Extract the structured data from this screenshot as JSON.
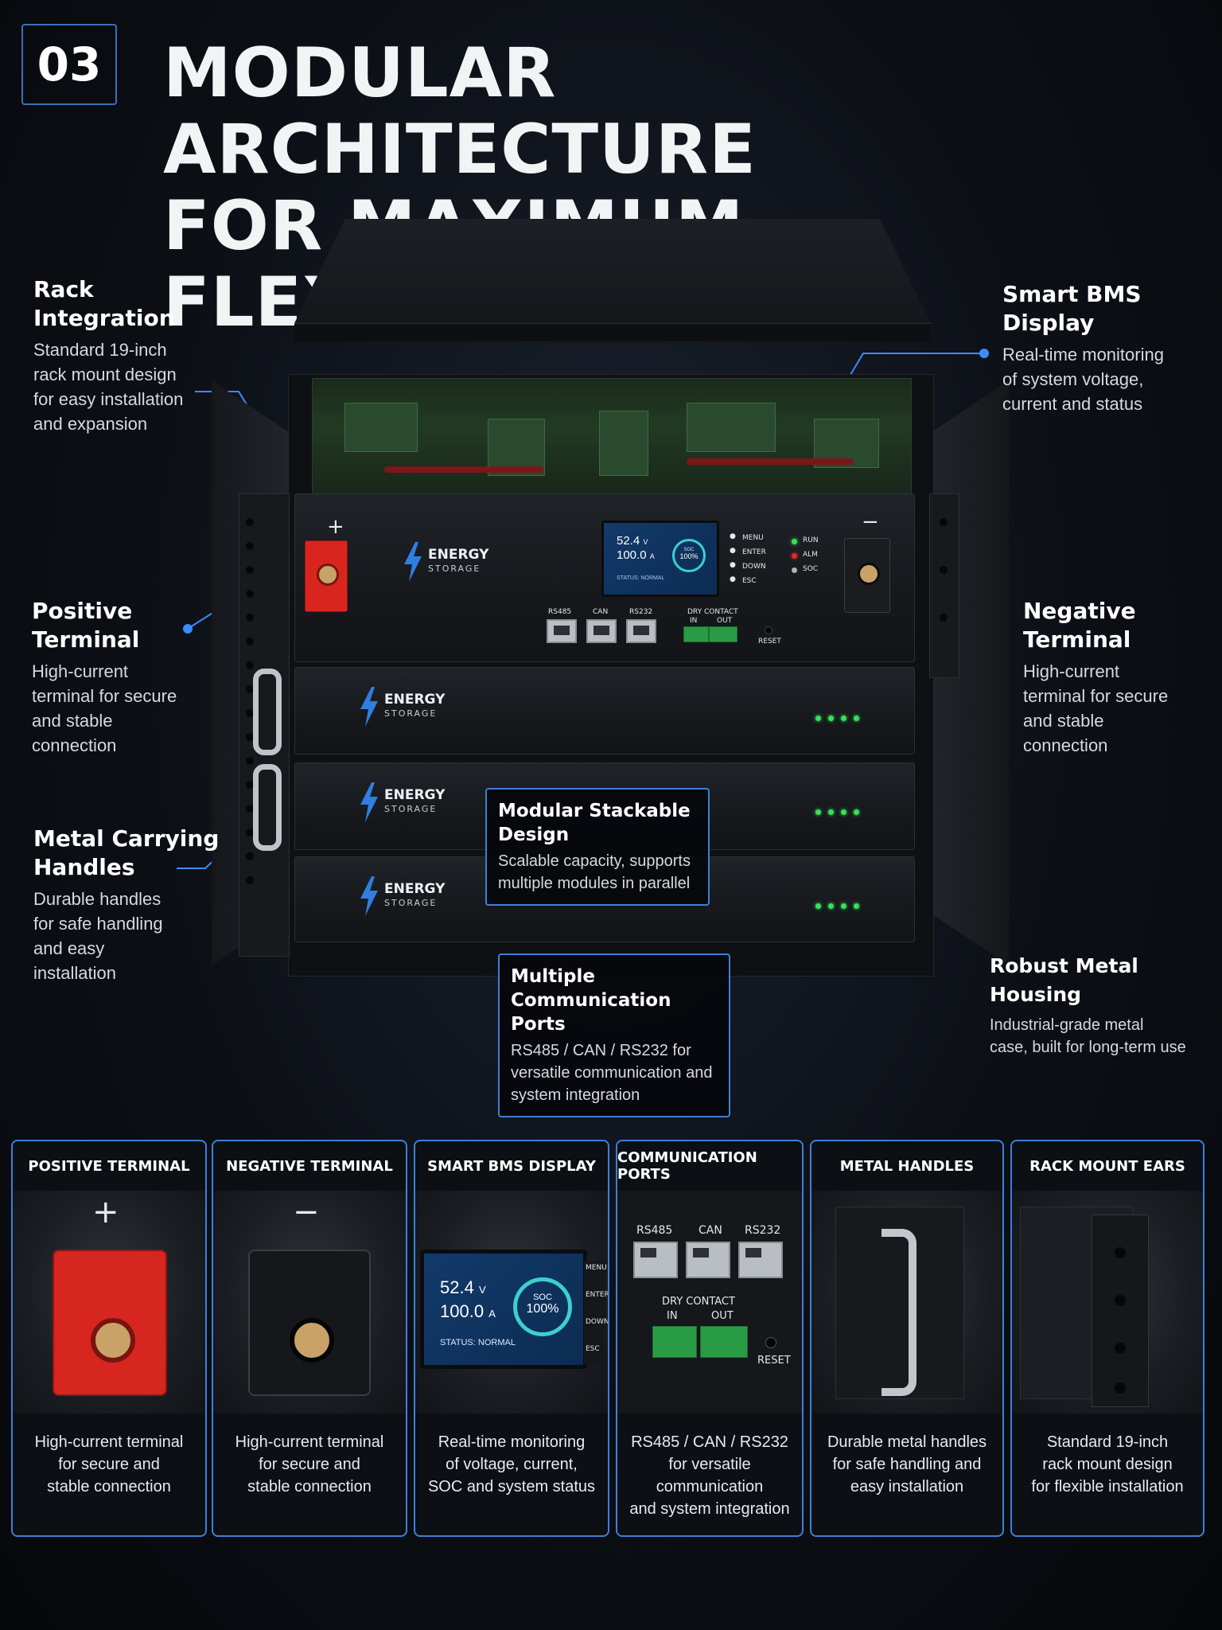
{
  "header": {
    "number": "03",
    "title_line1": "MODULAR ARCHITECTURE",
    "title_line2": "FOR MAXIMUM FLEXIBILITY"
  },
  "callouts": {
    "rack_integration": {
      "title": "Rack Integration",
      "lines": [
        "Standard 19-inch",
        "rack mount design",
        "for easy installation",
        "and expansion"
      ]
    },
    "smart_bms": {
      "title": "Smart BMS Display",
      "lines": [
        "Real-time monitoring",
        "of system voltage,",
        "current and status"
      ]
    },
    "positive_terminal": {
      "title": "Positive Terminal",
      "lines": [
        "High-current",
        "terminal for secure",
        "and stable",
        "connection"
      ]
    },
    "negative_terminal": {
      "title": "Negative Terminal",
      "lines": [
        "High-current",
        "terminal for secure",
        "and stable",
        "connection"
      ]
    },
    "handles": {
      "title_line1": "Metal Carrying",
      "title_line2": "Handles",
      "lines": [
        "Durable handles",
        "for safe handling",
        "and easy",
        "installation"
      ]
    },
    "modular": {
      "title": "Modular Stackable Design",
      "lines": [
        "Scalable capacity, supports",
        "multiple modules in parallel"
      ]
    },
    "comm_ports": {
      "title": "Multiple Communication Ports",
      "lines": [
        "RS485 / CAN / RS232 for",
        "versatile communication and",
        "system integration"
      ]
    },
    "housing": {
      "title": "Robust Metal Housing",
      "lines": [
        "Industrial-grade metal",
        "case, built for long-term use"
      ]
    }
  },
  "device": {
    "brand_line1": "ENERGY",
    "brand_line2": "STORAGE",
    "plus": "+",
    "minus": "−",
    "lcd": {
      "voltage": "52.4",
      "voltage_unit": "V",
      "current": "100.0",
      "current_unit": "A",
      "soc_label": "SOC",
      "soc_value": "100%",
      "status": "STATUS: NORMAL"
    },
    "menu_buttons": [
      "MENU",
      "ENTER",
      "DOWN",
      "ESC"
    ],
    "indicators": [
      "RUN",
      "ALM",
      "SOC"
    ],
    "ports": [
      "RS485",
      "CAN",
      "RS232"
    ],
    "dry_contact": "DRY CONTACT",
    "dry_in": "IN",
    "dry_out": "OUT",
    "reset": "RESET"
  },
  "cards": [
    {
      "title": "POSITIVE TERMINAL",
      "desc": [
        "High-current terminal",
        "for secure and",
        "stable connection"
      ]
    },
    {
      "title": "NEGATIVE TERMINAL",
      "desc": [
        "High-current terminal",
        "for secure and",
        "stable connection"
      ]
    },
    {
      "title": "SMART BMS DISPLAY",
      "desc": [
        "Real-time monitoring",
        "of voltage, current,",
        "SOC and system status"
      ]
    },
    {
      "title": "COMMUNICATION PORTS",
      "desc": [
        "RS485 / CAN / RS232",
        "for versatile communication",
        "and system integration"
      ]
    },
    {
      "title": "METAL HANDLES",
      "desc": [
        "Durable metal handles",
        "for safe handling and",
        "easy installation"
      ]
    },
    {
      "title": "RACK MOUNT EARS",
      "desc": [
        "Standard 19-inch",
        "rack mount design",
        "for flexible installation"
      ]
    }
  ],
  "colors": {
    "accent": "#3f7fd8",
    "terminal_positive": "#d8261f",
    "terminal_negative": "#1a1c20",
    "led_green": "#39e05a",
    "led_red": "#e02a2a",
    "lcd_blue": "#123a6b"
  }
}
